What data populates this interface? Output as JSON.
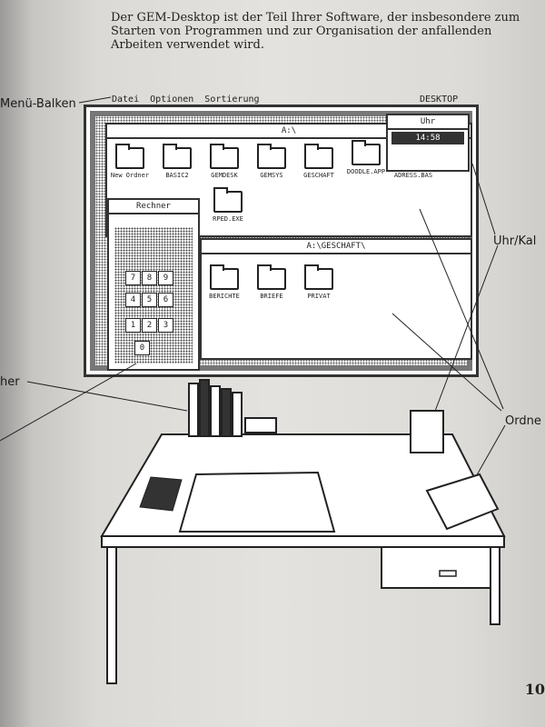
{
  "intro": {
    "text": "Der GEM-Desktop ist der Teil Ihrer Software, der insbesondere zum Starten von Programmen und zur Organisation der anfallenden Arbeiten verwendet wird."
  },
  "labels": {
    "menu_bar": "Menü-Balken",
    "clock": "Uhr/Kal",
    "folder": "Ordne",
    "calculator": "her"
  },
  "screen": {
    "menu": "Datei Optionen Sortierung",
    "desktop": "DESKTOP",
    "drive_window_title": "A:\\",
    "drive_icons": [
      "New Ordner",
      "BASIC2",
      "GEMDESK",
      "GEMSYS",
      "GESCHAFT",
      "DOODLE.APP",
      "ADRESS.BAS",
      "RPED.EXE"
    ],
    "folder_window_title": "A:\\GESCHAFT\\",
    "folder_icons": [
      "BERICHTE",
      "BRIEFE",
      "PRIVAT"
    ],
    "calculator_title": "Rechner",
    "calculator_keys": [
      "7",
      "8",
      "9",
      "4",
      "5",
      "6",
      "1",
      "2",
      "3",
      "0"
    ],
    "clock_title": "Uhr",
    "clock_time": "14:58"
  },
  "page": {
    "number": "10"
  }
}
